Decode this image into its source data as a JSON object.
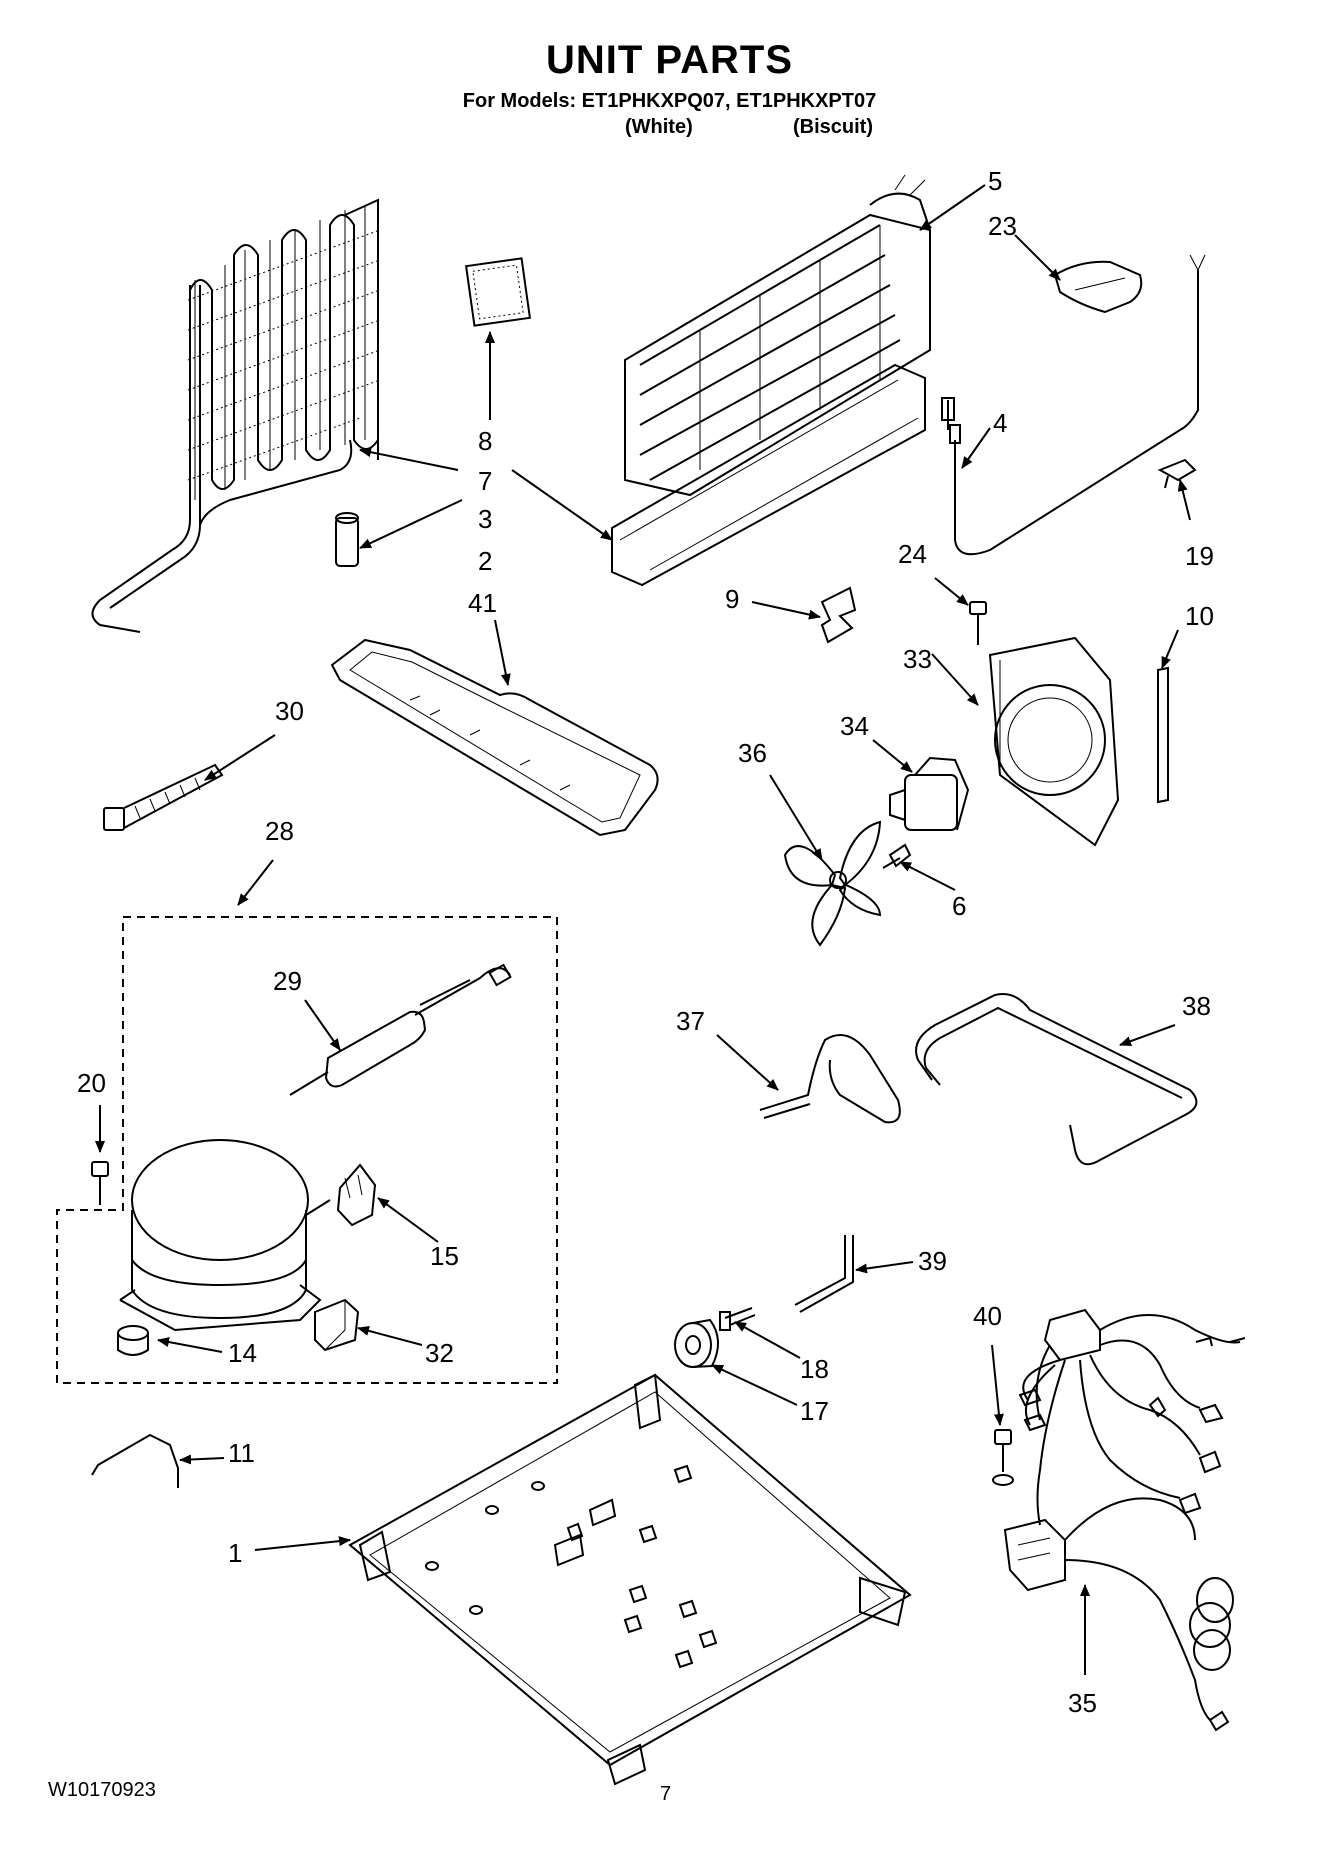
{
  "header": {
    "title": "UNIT PARTS",
    "models_line": "For Models: ET1PHKXPQ07, ET1PHKXPT07",
    "color_white": "(White)",
    "color_biscuit": "(Biscuit)"
  },
  "callouts": [
    "1",
    "2",
    "3",
    "4",
    "5",
    "6",
    "7",
    "8",
    "9",
    "10",
    "11",
    "14",
    "15",
    "17",
    "18",
    "19",
    "20",
    "23",
    "24",
    "28",
    "29",
    "30",
    "32",
    "33",
    "34",
    "35",
    "36",
    "37",
    "38",
    "39",
    "40",
    "41"
  ],
  "footer": {
    "doc_number": "W10170923",
    "page_number": "7"
  }
}
